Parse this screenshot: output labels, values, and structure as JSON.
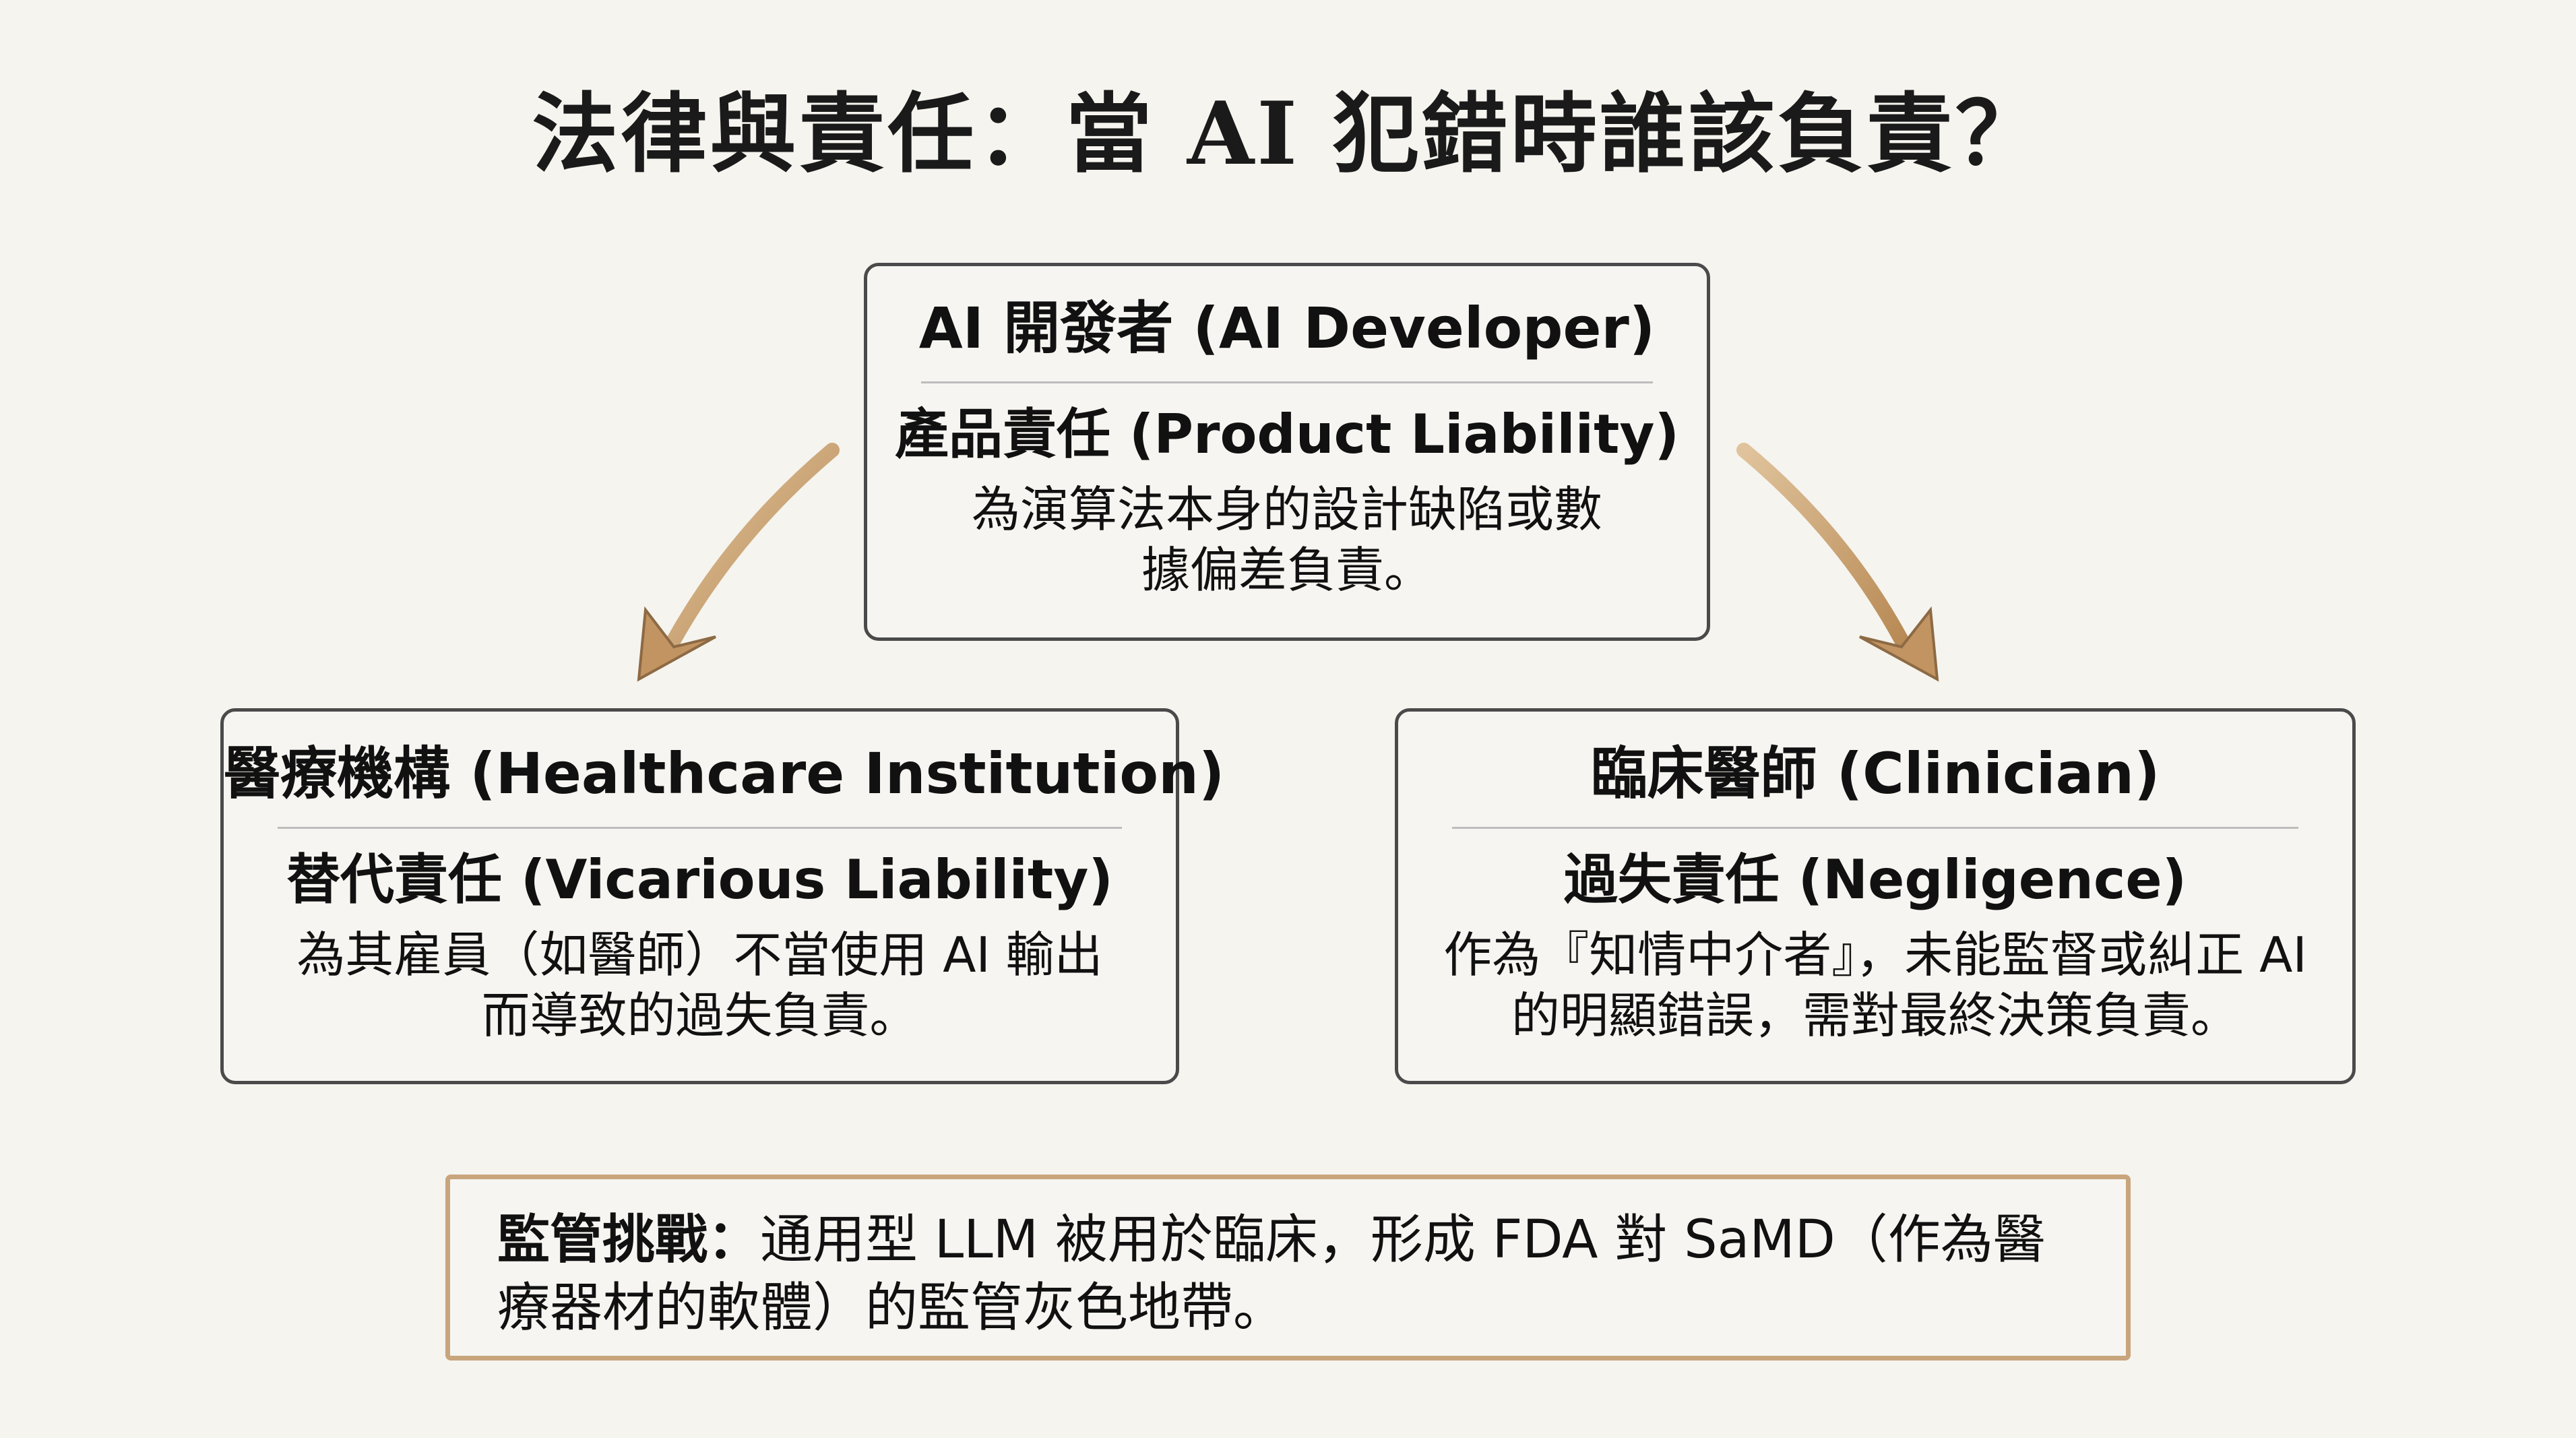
{
  "title": "法律與責任：當 AI 犯錯時誰該負責？",
  "colors": {
    "background": "#f5f4ef",
    "arrow": "#c9a070",
    "callout_border": "#c8a57c",
    "box_border": "#4a4a4a"
  },
  "developer": {
    "heading": "AI 開發者 (AI Developer)",
    "liability": "產品責任  (Product Liability)",
    "description": "為演算法本身的設計缺陷或數據偏差負責。"
  },
  "institution": {
    "heading": "醫療機構 (Healthcare Institution)",
    "liability": "替代責任 (Vicarious Liability)",
    "description": "為其雇員（如醫師）不當使用 AI 輸出而導致的過失負責。"
  },
  "clinician": {
    "heading": "臨床醫師 (Clinician)",
    "liability": "過失責任 (Negligence)",
    "description": "作為『知情中介者』，未能監督或糾正 AI 的明顯錯誤，需對最終決策負責。"
  },
  "callout": {
    "label": "監管挑戰：",
    "text": "通用型 LLM 被用於臨床，形成 FDA 對 SaMD（作為醫療器材的軟體）的監管灰色地帶。"
  }
}
